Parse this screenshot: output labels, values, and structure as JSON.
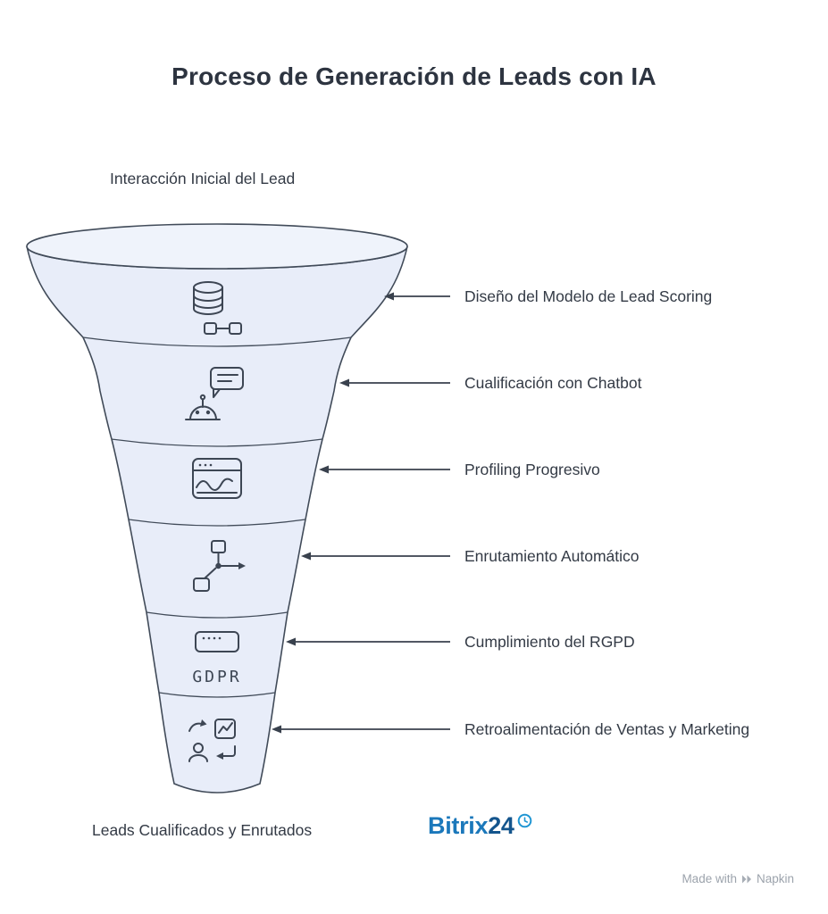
{
  "title": "Proceso de Generación de Leads con IA",
  "funnel": {
    "top_label": "Interacción Inicial del Lead",
    "bottom_label": "Leads Cualificados y Enrutados",
    "stages": [
      {
        "label": "Diseño del Modelo de Lead Scoring",
        "icon": "database-flow-icon"
      },
      {
        "label": "Cualificación con Chatbot",
        "icon": "chatbot-icon"
      },
      {
        "label": "Profiling Progresivo",
        "icon": "browser-wave-icon"
      },
      {
        "label": "Enrutamiento Automático",
        "icon": "flowchart-routing-icon"
      },
      {
        "label": "Cumplimiento del RGPD",
        "icon": "gdpr-server-icon",
        "icon_text": "GDPR"
      },
      {
        "label": "Retroalimentación de Ventas y Marketing",
        "icon": "person-chart-feedback-icon"
      }
    ],
    "colors": {
      "fill": "#e8edf9",
      "rim_fill": "#eff3fb",
      "stroke": "#414b59",
      "icon_stroke": "#3d4654",
      "arrow": "#39414d"
    }
  },
  "logo": {
    "part1": "Bitrix",
    "part2": "24",
    "color1": "#1b78bb",
    "color2": "#14558d",
    "clock_color": "#2096d3"
  },
  "footer": {
    "made_with": "Made with",
    "brand": "Napkin"
  }
}
